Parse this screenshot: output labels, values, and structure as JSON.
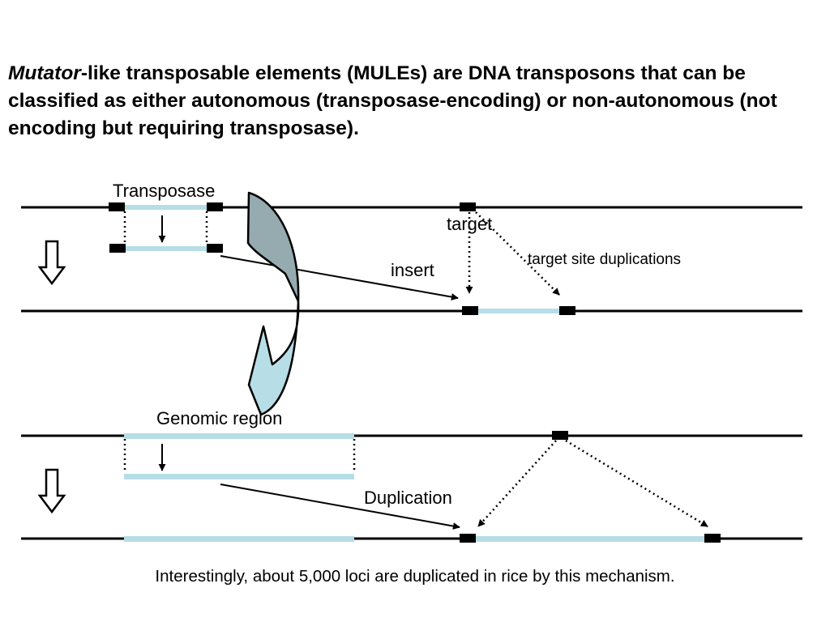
{
  "heading": {
    "italic_part": "Mutator",
    "rest": "-like transposable elements (MULEs) are DNA transposons that can be classified as either autonomous (transposase-encoding) or non-autonomous (not encoding but requiring transposase)."
  },
  "diagram": {
    "transposase_label": "Transposase",
    "target_label": "target",
    "insert_label": "insert",
    "tsd_label": "target site duplications",
    "genomic_region_label": "Genomic region",
    "duplication_label": "Duplication"
  },
  "caption": "Interestingly, about 5,000 loci are duplicated in rice by this mechanism.",
  "colors": {
    "element": "#b7dde6",
    "chromosome": "#000000",
    "curved_arrow_top": "#95abb0",
    "curved_arrow_bottom": "#b7dde6"
  }
}
